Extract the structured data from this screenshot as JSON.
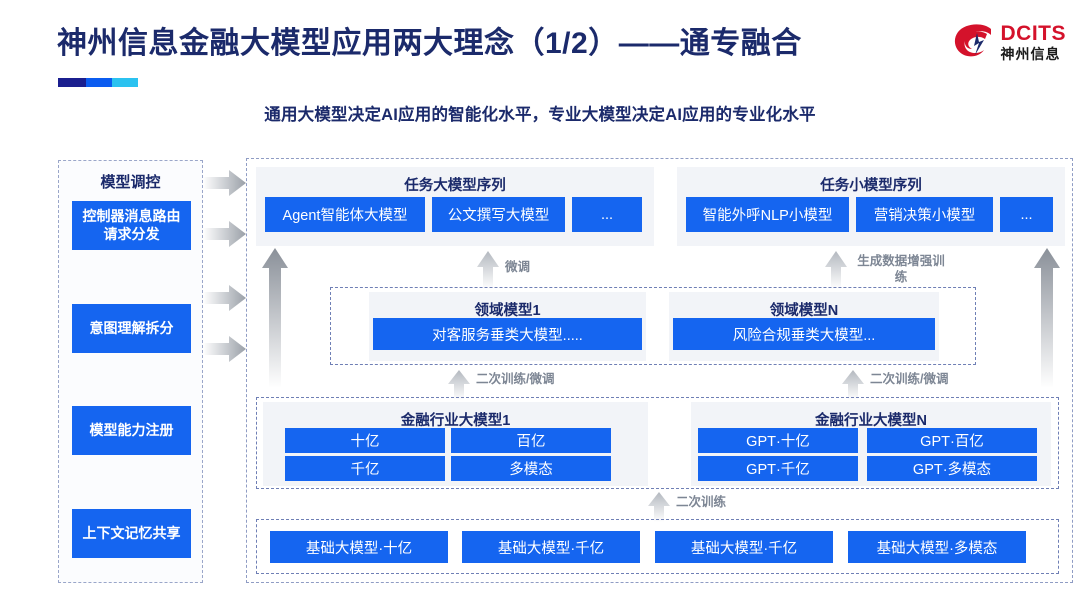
{
  "header": {
    "title": "神州信息金融大模型应用两大理念（1/2）——通专融合",
    "subtitle": "通用大模型决定AI应用的智能化水平，专业大模型决定AI应用的专业化水平",
    "logo_en": "DCITS",
    "logo_cn": "神州信息",
    "title_color": "#1b2a6b",
    "accent_colors": [
      "#1b1f8f",
      "#0b5cf0",
      "#2bc2f0"
    ],
    "brand_red": "#d4122b"
  },
  "left_column": {
    "title": "模型调控",
    "items": [
      {
        "label": "控制器消息路由请求分发"
      },
      {
        "label": "意图理解拆分"
      },
      {
        "label": "模型能力注册"
      },
      {
        "label": "上下文记忆共享"
      }
    ]
  },
  "task_large": {
    "title": "任务大模型序列",
    "chips": [
      "Agent智能体大模型",
      "公文撰写大模型",
      "..."
    ]
  },
  "task_small": {
    "title": "任务小模型序列",
    "chips": [
      "智能外呼NLP小模型",
      "营销决策小模型",
      "..."
    ]
  },
  "domain_models": [
    {
      "title": "领域模型1",
      "chip": "对客服务垂类大模型....."
    },
    {
      "title": "领域模型N",
      "chip": "风险合规垂类大模型..."
    }
  ],
  "industry_models": [
    {
      "title": "金融行业大模型1",
      "chips": [
        "十亿",
        "百亿",
        "千亿",
        "多模态"
      ]
    },
    {
      "title": "金融行业大模型N",
      "chips": [
        "GPT·十亿",
        "GPT·百亿",
        "GPT·千亿",
        "GPT·多模态"
      ]
    }
  ],
  "foundation_models": {
    "chips": [
      "基础大模型·十亿",
      "基础大模型·千亿",
      "基础大模型·千亿",
      "基础大模型·多模态"
    ]
  },
  "arrow_labels": {
    "fine_tune": "微调",
    "data_augment": "生成数据增强训练",
    "retrain_finetune_left": "二次训练/微调",
    "retrain_finetune_right": "二次训练/微调",
    "retrain": "二次训练"
  },
  "colors": {
    "chip_blue": "#1565f0",
    "panel_gray": "#f2f4f8",
    "dash_border": "#8f9cc4",
    "arrow_gray": "#9aa0a8"
  }
}
